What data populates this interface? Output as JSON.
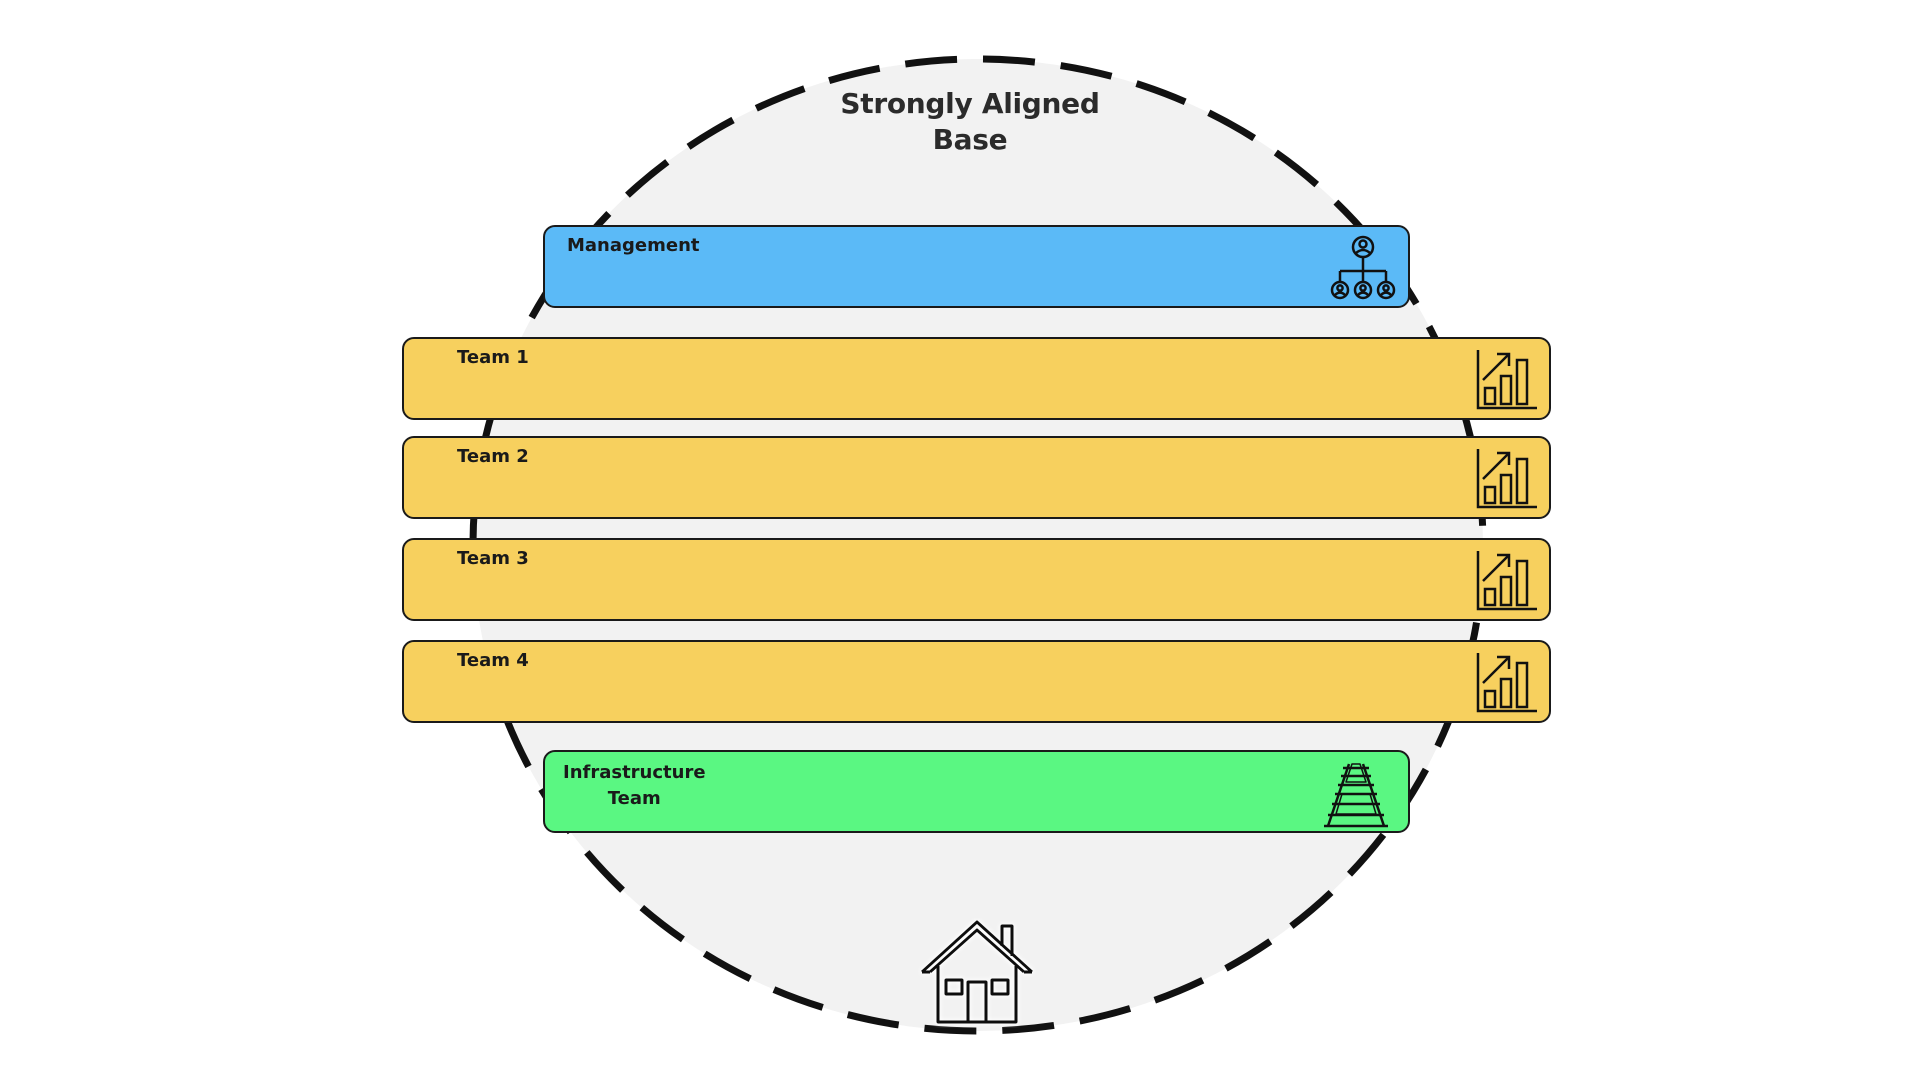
{
  "diagram": {
    "title": "Strongly Aligned\nBase",
    "title_line_1": "Strongly Aligned",
    "title_line_2": "Base",
    "circle": {
      "fill": "#f2f2f2",
      "stroke": "#111111",
      "style": "dashed"
    },
    "bands": {
      "management": {
        "label": "Management",
        "color": "#5bbaf7",
        "icon": "org-chart-icon"
      },
      "teams": [
        {
          "label": "Team 1",
          "color": "#f7d05e",
          "icon": "growth-chart-icon"
        },
        {
          "label": "Team 2",
          "color": "#f7d05e",
          "icon": "growth-chart-icon"
        },
        {
          "label": "Team 3",
          "color": "#f7d05e",
          "icon": "growth-chart-icon"
        },
        {
          "label": "Team 4",
          "color": "#f7d05e",
          "icon": "growth-chart-icon"
        }
      ],
      "infrastructure": {
        "label": "Infrastructure\nTeam",
        "color": "#5af782",
        "icon": "railway-track-icon"
      }
    },
    "base_icon": "house-icon"
  }
}
